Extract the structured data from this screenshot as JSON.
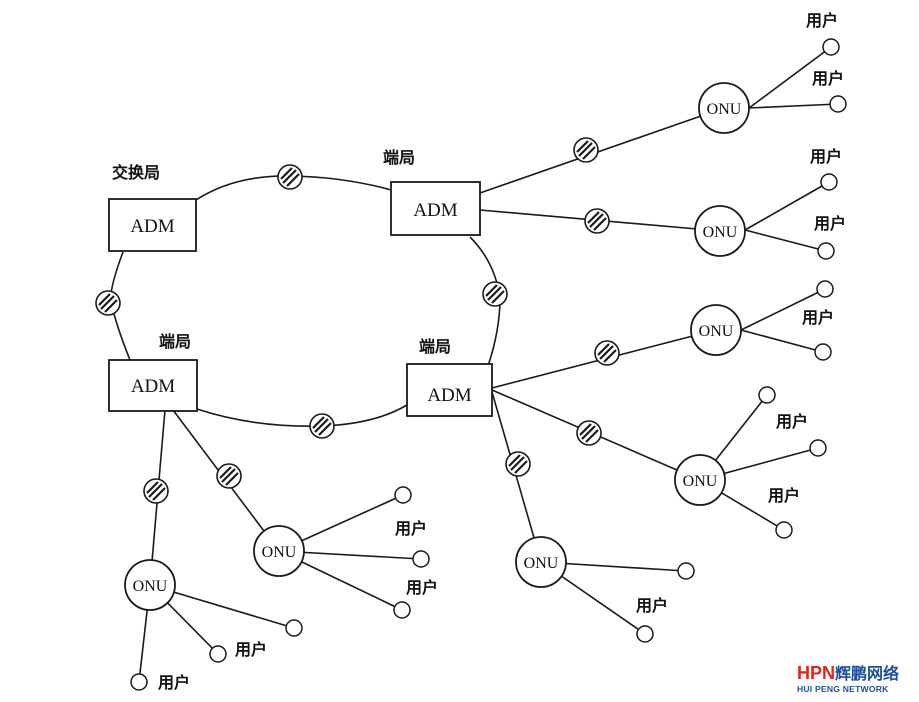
{
  "exchange_office": {
    "label": "交换局",
    "device": "ADM"
  },
  "end_offices": [
    {
      "label": "端局",
      "device": "ADM"
    },
    {
      "label": "端局",
      "device": "ADM"
    },
    {
      "label": "端局",
      "device": "ADM"
    }
  ],
  "onu_label": "ONU",
  "user_label": "用户",
  "logo": {
    "main": "HPN",
    "cn": "辉鹏网络",
    "sub": "HUI PENG NETWORK"
  }
}
